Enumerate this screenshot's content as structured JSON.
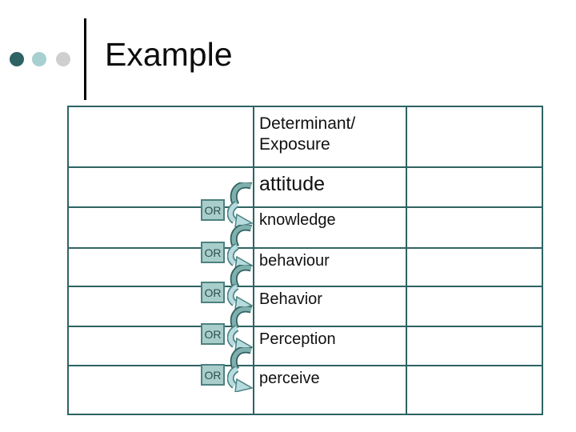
{
  "slide": {
    "title": "Example",
    "bullet_colors": [
      "#2e6363",
      "#a7d0d0",
      "#cfcfcf"
    ]
  },
  "table": {
    "border_color": "#2f6363",
    "columns": 3,
    "rows": [
      {
        "col1": "",
        "col2": "Determinant/\nExposure",
        "col3": ""
      },
      {
        "col1": "",
        "col2": "attitude",
        "col3": ""
      },
      {
        "col1": "",
        "col2": "knowledge",
        "col3": ""
      },
      {
        "col1": "",
        "col2": "behaviour",
        "col3": ""
      },
      {
        "col1": "",
        "col2": "Behavior",
        "col3": ""
      },
      {
        "col1": "",
        "col2": "Perception",
        "col3": ""
      },
      {
        "col1": "",
        "col2": "perceive",
        "col3": ""
      }
    ]
  },
  "connectors": {
    "label": "OR",
    "count": 5,
    "box_fill": "#a8cecb",
    "box_border": "#4e8181",
    "arrow_dark_fill": "#7fb0ad",
    "arrow_dark_outline": "#2f6060",
    "arrow_light_fill": "#b7dce0",
    "arrow_light_outline": "#4e8181"
  }
}
